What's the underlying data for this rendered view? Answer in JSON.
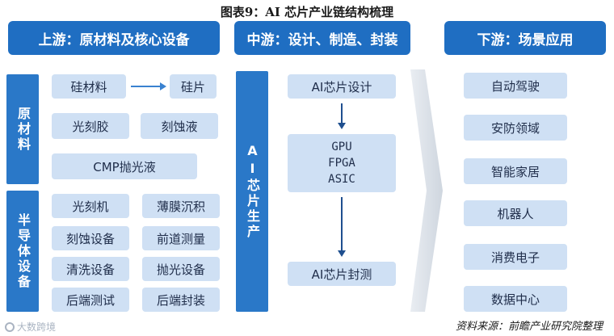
{
  "title": "图表9：AI 芯片产业链结构梳理",
  "headers": {
    "upstream": "上游：原材料及核心设备",
    "midstream": "中游：设计、制造、封装",
    "downstream": "下游：场景应用"
  },
  "upstream": {
    "materials_label": "原材料",
    "semiconductor_label": "半导体设备",
    "materials": {
      "silicon_material": "硅材料",
      "wafer": "硅片",
      "photoresist": "光刻胶",
      "etching_fluid": "刻蚀液",
      "cmp_fluid": "CMP抛光液"
    },
    "equipment": [
      "光刻机",
      "薄膜沉积",
      "刻蚀设备",
      "前道测量",
      "清洗设备",
      "抛光设备",
      "后端测试",
      "后端封装"
    ]
  },
  "midstream": {
    "production_label": "AI芯片生产",
    "design": "AI芯片设计",
    "chip_types": [
      "GPU",
      "FPGA",
      "ASIC"
    ],
    "packaging": "AI芯片封测"
  },
  "downstream": {
    "applications": [
      "自动驾驶",
      "安防领域",
      "智能家居",
      "机器人",
      "消费电子",
      "数据中心"
    ]
  },
  "footer": {
    "source": "资料来源：前瞻产业研究院整理",
    "brand": "大数跨境"
  },
  "colors": {
    "header_blue": "#1f6ec2",
    "bar_blue": "#2a78c8",
    "box_light_blue": "#cfe0f4",
    "arrow_blue": "#1f4f8f"
  }
}
